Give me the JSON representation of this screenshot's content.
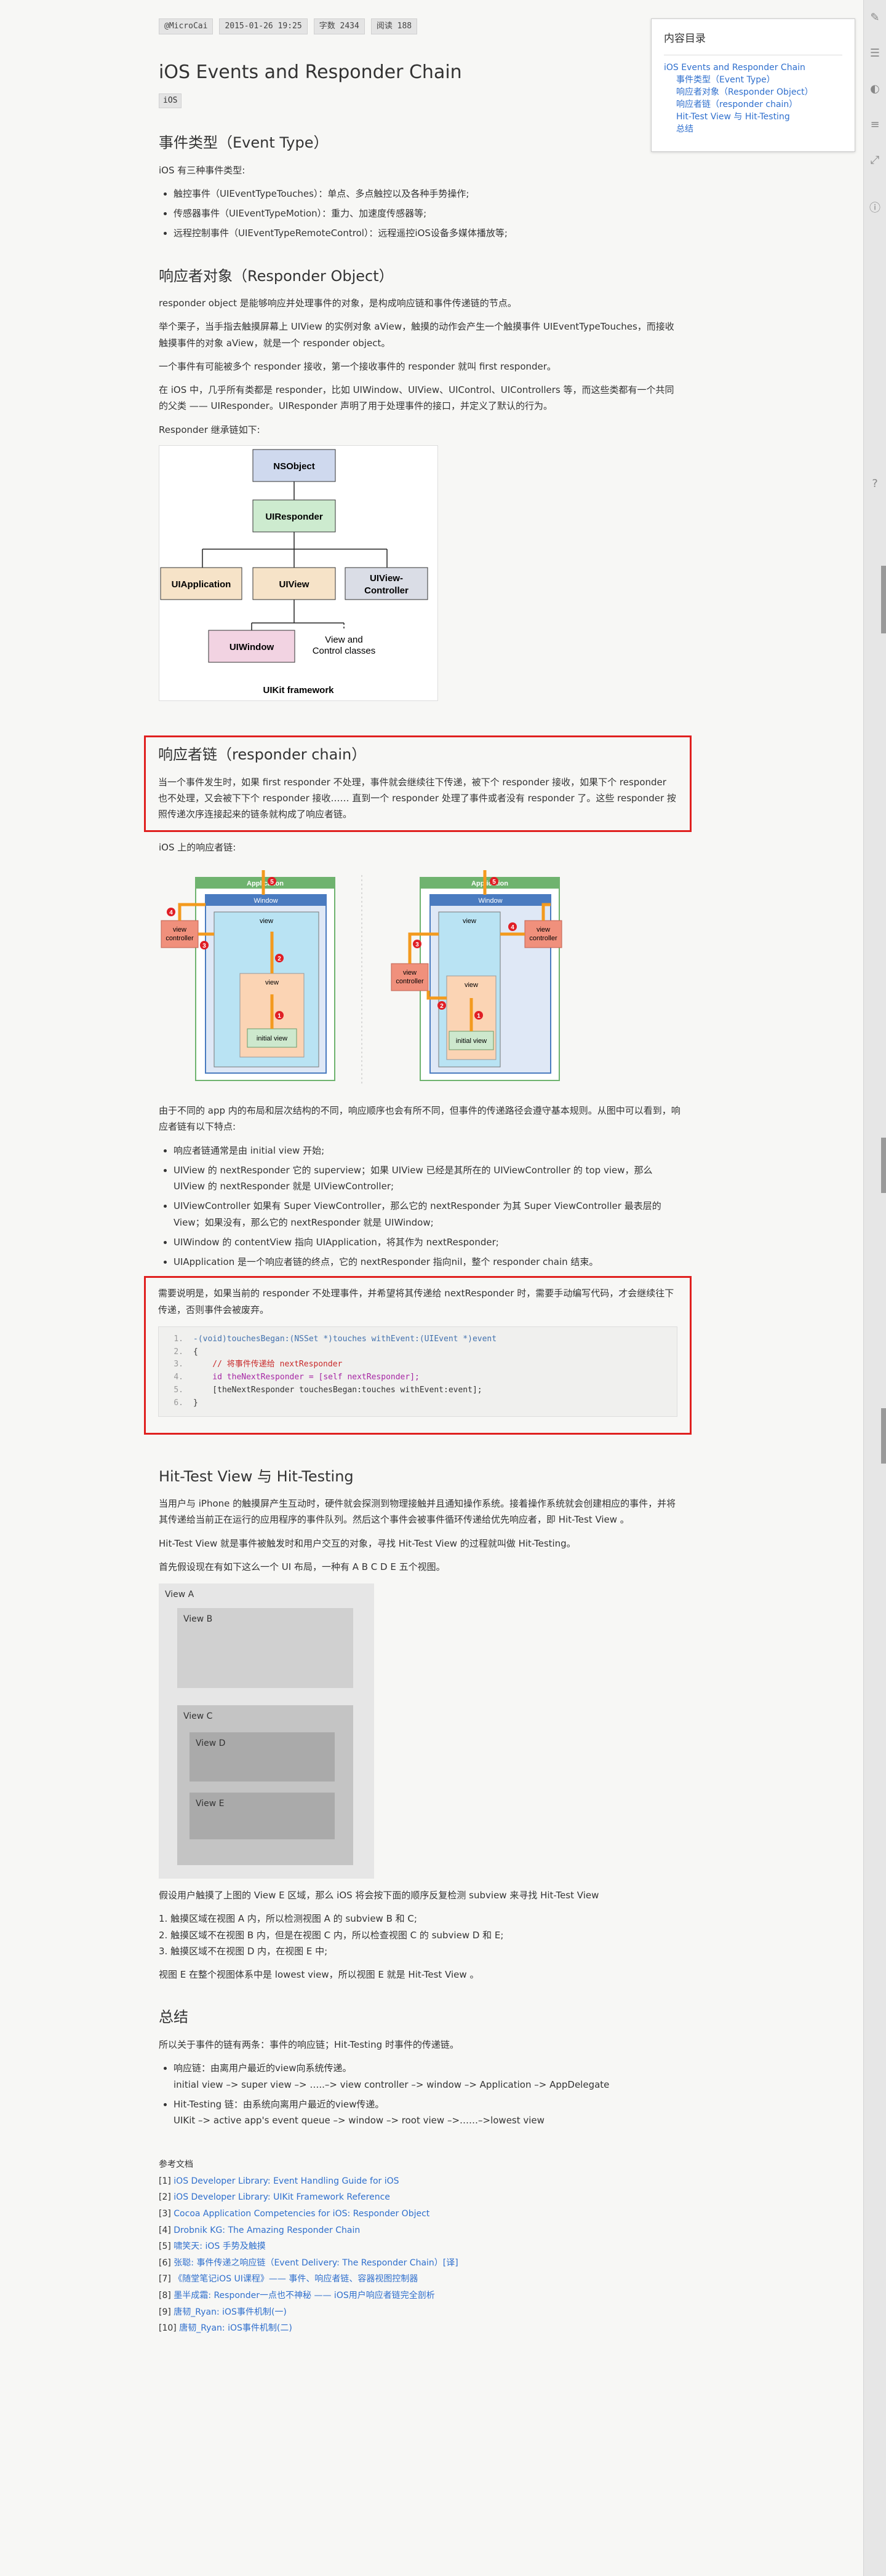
{
  "meta": {
    "author": "@MicroCai",
    "date": "2015-01-26 19:25",
    "words": "字数 2434",
    "reads": "阅读 188"
  },
  "title": "iOS Events and Responder Chain",
  "tag": "iOS",
  "s1": {
    "heading": "事件类型（Event Type）",
    "intro": "iOS 有三种事件类型:",
    "items": [
      "触控事件（UIEventTypeTouches）：单点、多点触控以及各种手势操作;",
      "传感器事件（UIEventTypeMotion）：重力、加速度传感器等;",
      "远程控制事件（UIEventTypeRemoteControl）：远程遥控iOS设备多媒体播放等;"
    ]
  },
  "s2": {
    "heading": "响应者对象（Responder Object）",
    "p1": "responder object 是能够响应并处理事件的对象，是构成响应链和事件传递链的节点。",
    "p2": "举个栗子，当手指去触摸屏幕上 UIView 的实例对象 aView，触摸的动作会产生一个触摸事件 UIEventTypeTouches，而接收触摸事件的对象 aView，就是一个 responder object。",
    "p3": "一个事件有可能被多个 responder 接收，第一个接收事件的 responder 就叫 first responder。",
    "p4": "在 iOS 中，几乎所有类都是 responder，比如 UIWindow、UIView、UIControl、UIControllers 等，而这些类都有一个共同的父类 —— UIResponder。UIResponder 声明了用于处理事件的接口，并定义了默认的行为。",
    "p5": "Responder 继承链如下:"
  },
  "uikit": {
    "nsobject": "NSObject",
    "uiresponder": "UIResponder",
    "uiapplication": "UIApplication",
    "uiview": "UIView",
    "uiviewcontroller_1": "UIView-",
    "uiviewcontroller_2": "Controller",
    "uiwindow": "UIWindow",
    "viewclasses_1": "View and",
    "viewclasses_2": "Control classes",
    "caption": "UIKit framework"
  },
  "s3": {
    "heading": "响应者链（responder chain）",
    "p1": "当一个事件发生时，如果 first responder 不处理，事件就会继续往下传递，被下个 responder 接收，如果下个 responder 也不处理，又会被下下个 responder 接收…… 直到一个 responder 处理了事件或者没有 responder 了。这些 responder 按照传递次序连接起来的链条就构成了响应者链。",
    "p2": "iOS 上的响应者链:",
    "p3": "由于不同的 app 内的布局和层次结构的不同，响应顺序也会有所不同，但事件的传递路径会遵守基本规则。从图中可以看到，响应者链有以下特点:",
    "items": [
      "响应者链通常是由 initial view 开始;",
      "UIView 的 nextResponder 它的 superview；如果 UIView 已经是其所在的 UIViewController 的 top view，那么 UIView 的 nextResponder 就是 UIViewController;",
      "UIViewController 如果有 Super ViewController，那么它的 nextResponder 为其 Super ViewController 最表层的 View；如果没有，那么它的 nextResponder 就是 UIWindow;",
      "UIWindow 的 contentView 指向 UIApplication，将其作为 nextResponder;",
      "UIApplication 是一个响应者链的终点，它的 nextResponder 指向nil，整个 responder chain 结束。"
    ],
    "p4": "需要说明是，如果当前的 responder 不处理事件，并希望将其传递给 nextResponder 时，需要手动编写代码，才会继续往下传递，否则事件会被废弃。"
  },
  "rc": {
    "application": "Application",
    "window": "Window",
    "view": "view",
    "initial_view": "initial view",
    "vc_1": "view",
    "vc_2": "controller",
    "n1": "1",
    "n2": "2",
    "n3": "3",
    "n4": "4",
    "n5": "5"
  },
  "code": [
    {
      "n": "1.",
      "t": "-(void)touchesBegan:(NSSet *)touches withEvent:(UIEvent *)event"
    },
    {
      "n": "2.",
      "t": "{"
    },
    {
      "n": "3.",
      "t": "    // 将事件传递给 nextResponder"
    },
    {
      "n": "4.",
      "t": "    id theNextResponder = [self nextResponder];"
    },
    {
      "n": "5.",
      "t": "    [theNextResponder touchesBegan:touches withEvent:event];"
    },
    {
      "n": "6.",
      "t": "}"
    }
  ],
  "s4": {
    "heading": "Hit-Test View 与 Hit-Testing",
    "p1": "当用户与 iPhone 的触摸屏产生互动时，硬件就会探测到物理接触并且通知操作系统。接着操作系统就会创建相应的事件，并将其传递给当前正在运行的应用程序的事件队列。然后这个事件会被事件循环传递给优先响应者，即 Hit-Test View 。",
    "p2": "Hit-Test View 就是事件被触发时和用户交互的对象，寻找 Hit-Test View 的过程就叫做 Hit-Testing。",
    "p3": "首先假设现在有如下这么一个 UI 布局，一种有 A B C D E 五个视图。",
    "p4": "假设用户触摸了上图的 View E 区域，那么 iOS 将会按下面的顺序反复检测 subview 来寻找 Hit-Test View",
    "items": [
      "1. 触摸区域在视图 A 内，所以检测视图 A 的 subview B 和 C;",
      "2. 触摸区域不在视图 B 内，但是在视图 C 内，所以检查视图 C 的 subview D 和 E;",
      "3. 触摸区域不在视图 D 内，在视图 E 中;"
    ],
    "p5": "视图 E 在整个视图体系中是 lowest view，所以视图 E 就是 Hit-Test View 。"
  },
  "views": {
    "a": "View A",
    "b": "View B",
    "c": "View C",
    "d": "View D",
    "e": "View E"
  },
  "s5": {
    "heading": "总结",
    "p1": "所以关于事件的链有两条：事件的响应链；Hit-Testing 时事件的传递链。",
    "r_title": "响应链：由离用户最近的view向系统传递。",
    "r_text": "initial view –> super view –> …..–> view controller –> window –> Application –> AppDelegate",
    "h_title": "Hit-Testing 链：由系统向离用户最近的view传递。",
    "h_text": "UIKit –> active app's event queue –> window –> root view –>……–>lowest view"
  },
  "refs": {
    "title": "参考文档",
    "items": [
      {
        "n": "[1] ",
        "t": "iOS Developer Library: Event Handling Guide for iOS"
      },
      {
        "n": "[2] ",
        "t": "iOS Developer Library: UIKit Framework Reference"
      },
      {
        "n": "[3] ",
        "t": "Cocoa Application Competencies for iOS: Responder Object"
      },
      {
        "n": "[4] ",
        "t": "Drobnik KG: The Amazing Responder Chain"
      },
      {
        "n": "[5] ",
        "t": "啸笑天: iOS 手势及触摸"
      },
      {
        "n": "[6] ",
        "t": "张聪: 事件传递之响应链（Event Delivery: The Responder Chain）[译]"
      },
      {
        "n": "[7] ",
        "t": "《随堂笔记iOS UI课程》—— 事件、响应者链、容器视图控制器"
      },
      {
        "n": "[8] ",
        "t": "墨半成霜: Responder一点也不神秘 —— iOS用户响应者链完全剖析"
      },
      {
        "n": "[9] ",
        "t": "唐韧_Ryan: iOS事件机制(一)"
      },
      {
        "n": "[10] ",
        "t": "唐韧_Ryan: iOS事件机制(二)"
      }
    ]
  },
  "toc": {
    "title": "内容目录",
    "items": [
      "iOS Events and Responder Chain",
      "事件类型（Event Type）",
      "响应者对象（Responder Object）",
      "响应者链（responder chain）",
      "Hit-Test View 与 Hit-Testing",
      "总结"
    ]
  },
  "colors": {
    "accent_red": "#e0201f",
    "link": "#2f6fcd"
  }
}
